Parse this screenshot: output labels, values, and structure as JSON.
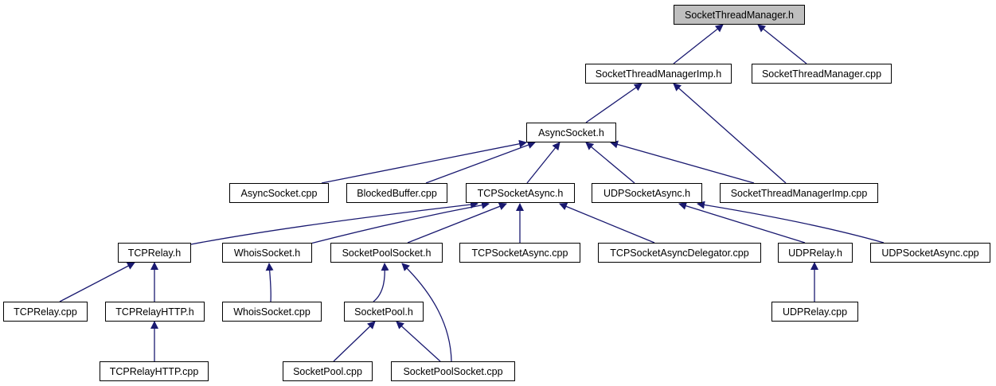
{
  "diagram": {
    "title": "",
    "nodes": [
      {
        "label": "SocketThreadManager.h",
        "highlighted": true
      },
      {
        "label": "SocketThreadManagerImp.h"
      },
      {
        "label": "SocketThreadManager.cpp"
      },
      {
        "label": "AsyncSocket.h"
      },
      {
        "label": "AsyncSocket.cpp"
      },
      {
        "label": "BlockedBuffer.cpp"
      },
      {
        "label": "TCPSocketAsync.h"
      },
      {
        "label": "UDPSocketAsync.h"
      },
      {
        "label": "SocketThreadManagerImp.cpp"
      },
      {
        "label": "TCPRelay.h"
      },
      {
        "label": "WhoisSocket.h"
      },
      {
        "label": "SocketPoolSocket.h"
      },
      {
        "label": "TCPSocketAsync.cpp"
      },
      {
        "label": "TCPSocketAsyncDelegator.cpp"
      },
      {
        "label": "UDPRelay.h"
      },
      {
        "label": "UDPSocketAsync.cpp"
      },
      {
        "label": "TCPRelay.cpp"
      },
      {
        "label": "TCPRelayHTTP.h"
      },
      {
        "label": "WhoisSocket.cpp"
      },
      {
        "label": "SocketPool.h"
      },
      {
        "label": "UDPRelay.cpp"
      },
      {
        "label": "TCPRelayHTTP.cpp"
      },
      {
        "label": "SocketPool.cpp"
      },
      {
        "label": "SocketPoolSocket.cpp"
      }
    ],
    "edges": [
      {
        "from": "SocketThreadManagerImp.h",
        "to": "SocketThreadManager.h"
      },
      {
        "from": "SocketThreadManager.cpp",
        "to": "SocketThreadManager.h"
      },
      {
        "from": "AsyncSocket.h",
        "to": "SocketThreadManagerImp.h"
      },
      {
        "from": "SocketThreadManagerImp.cpp",
        "to": "SocketThreadManagerImp.h"
      },
      {
        "from": "AsyncSocket.cpp",
        "to": "AsyncSocket.h"
      },
      {
        "from": "BlockedBuffer.cpp",
        "to": "AsyncSocket.h"
      },
      {
        "from": "TCPSocketAsync.h",
        "to": "AsyncSocket.h"
      },
      {
        "from": "UDPSocketAsync.h",
        "to": "AsyncSocket.h"
      },
      {
        "from": "SocketThreadManagerImp.cpp",
        "to": "AsyncSocket.h"
      },
      {
        "from": "TCPRelay.h",
        "to": "TCPSocketAsync.h"
      },
      {
        "from": "WhoisSocket.h",
        "to": "TCPSocketAsync.h"
      },
      {
        "from": "SocketPoolSocket.h",
        "to": "TCPSocketAsync.h"
      },
      {
        "from": "TCPSocketAsync.cpp",
        "to": "TCPSocketAsync.h"
      },
      {
        "from": "TCPSocketAsyncDelegator.cpp",
        "to": "TCPSocketAsync.h"
      },
      {
        "from": "UDPRelay.h",
        "to": "UDPSocketAsync.h"
      },
      {
        "from": "UDPSocketAsync.cpp",
        "to": "UDPSocketAsync.h"
      },
      {
        "from": "TCPRelay.cpp",
        "to": "TCPRelay.h"
      },
      {
        "from": "TCPRelayHTTP.h",
        "to": "TCPRelay.h"
      },
      {
        "from": "WhoisSocket.cpp",
        "to": "WhoisSocket.h"
      },
      {
        "from": "SocketPool.h",
        "to": "SocketPoolSocket.h"
      },
      {
        "from": "SocketPoolSocket.cpp",
        "to": "SocketPoolSocket.h"
      },
      {
        "from": "UDPRelay.cpp",
        "to": "UDPRelay.h"
      },
      {
        "from": "TCPRelayHTTP.cpp",
        "to": "TCPRelayHTTP.h"
      },
      {
        "from": "SocketPool.cpp",
        "to": "SocketPool.h"
      },
      {
        "from": "SocketPoolSocket.cpp",
        "to": "SocketPool.h"
      }
    ],
    "colors": {
      "root_fill": "#bfbfbf",
      "node_fill": "#ffffff",
      "edge": "#191970",
      "border": "#000000"
    }
  }
}
